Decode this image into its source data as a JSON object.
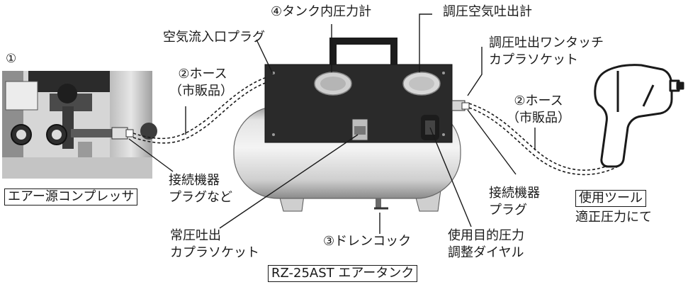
{
  "figure": {
    "compressor": {
      "number": "①",
      "caption": "エアー源コンプレッサ",
      "connector_label_line1": "接続機器",
      "connector_label_line2": "プラグなど"
    },
    "hose_left": {
      "line1": "②ホース",
      "line2": "（市販品）"
    },
    "hose_right": {
      "line1": "②ホース",
      "line2": "（市販品）"
    },
    "inlet_plug": "空気流入口プラグ",
    "tank_gauge": "④タンク内圧力計",
    "regulated_gauge": "調圧空気吐出計",
    "regulated_coupler": {
      "line1": "調圧吐出ワンタッチ",
      "line2": "カプラソケット"
    },
    "right_connector": {
      "line1": "接続機器",
      "line2": "プラグ"
    },
    "tool": {
      "caption": "使用ツール",
      "note": "適正圧力にて"
    },
    "normal_coupler": {
      "line1": "常圧吐出",
      "line2": "カプラソケット"
    },
    "drain": "③ドレンコック",
    "dial": {
      "line1": "使用目的圧力",
      "line2": "調整ダイヤル"
    },
    "tank_caption": "RZ-25AST エアータンク"
  }
}
